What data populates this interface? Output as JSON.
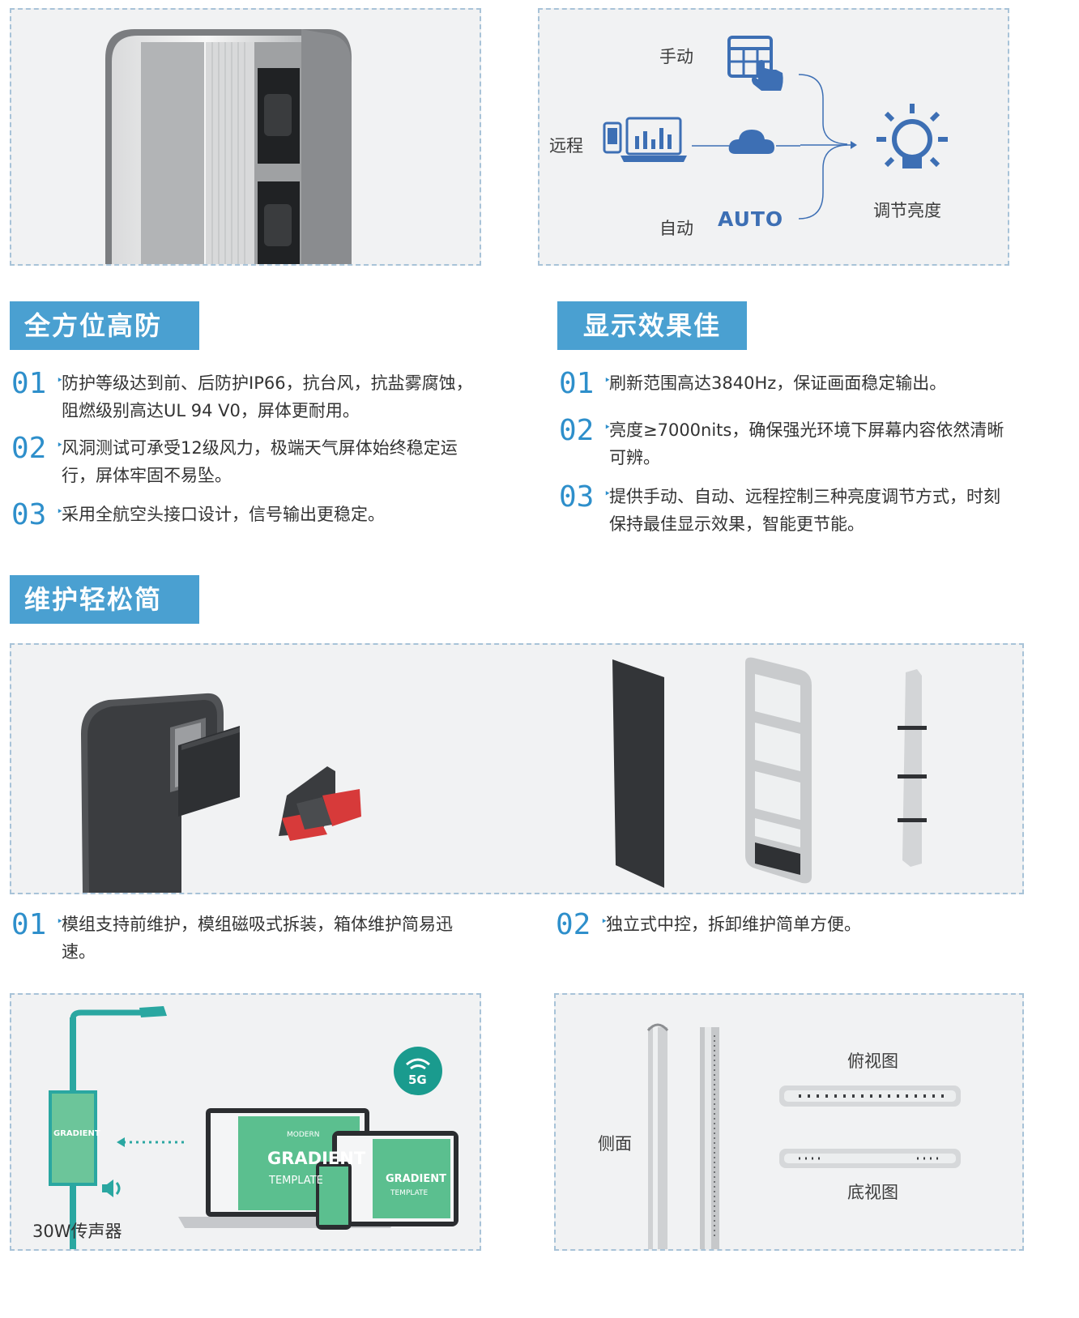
{
  "brightness_diagram": {
    "manual": "手动",
    "remote": "远程",
    "auto": "自动",
    "auto_badge": "AUTO",
    "result": "调节亮度"
  },
  "section1": {
    "title": "全方位高防护",
    "items": [
      {
        "num": "01",
        "text": "防护等级达到前、后防护IP66，抗台风，抗盐雾腐蚀，阻燃级别高达UL 94 V0，屏体更耐用。"
      },
      {
        "num": "02",
        "text": "风洞测试可承受12级风力，极端天气屏体始终稳定运行，屏体牢固不易坠。"
      },
      {
        "num": "03",
        "text": "采用全航空头接口设计，信号输出更稳定。"
      }
    ]
  },
  "section2": {
    "title": "显示效果佳",
    "items": [
      {
        "num": "01",
        "text": "刷新范围高达3840Hz，保证画面稳定输出。"
      },
      {
        "num": "02",
        "text": "亮度≥7000nits，确保强光环境下屏幕内容依然清晰可辨。"
      },
      {
        "num": "03",
        "text": "提供手动、自动、远程控制三种亮度调节方式，时刻保持最佳显示效果，智能更节能。"
      }
    ]
  },
  "section3": {
    "title": "维护轻松简便",
    "items": [
      {
        "num": "01",
        "text": "模组支持前维护，模组磁吸式拆装，箱体维护简易迅速。"
      },
      {
        "num": "02",
        "text": "独立式中控，拆卸维护简单方便。"
      }
    ]
  },
  "network_scene": {
    "badge": "5G",
    "speaker": "30W传声器",
    "screen_text": [
      "MODERN",
      "GRADIENT",
      "TEMPLATE"
    ]
  },
  "views": {
    "side": "侧面",
    "top": "俯视图",
    "bottom": "底视图"
  }
}
